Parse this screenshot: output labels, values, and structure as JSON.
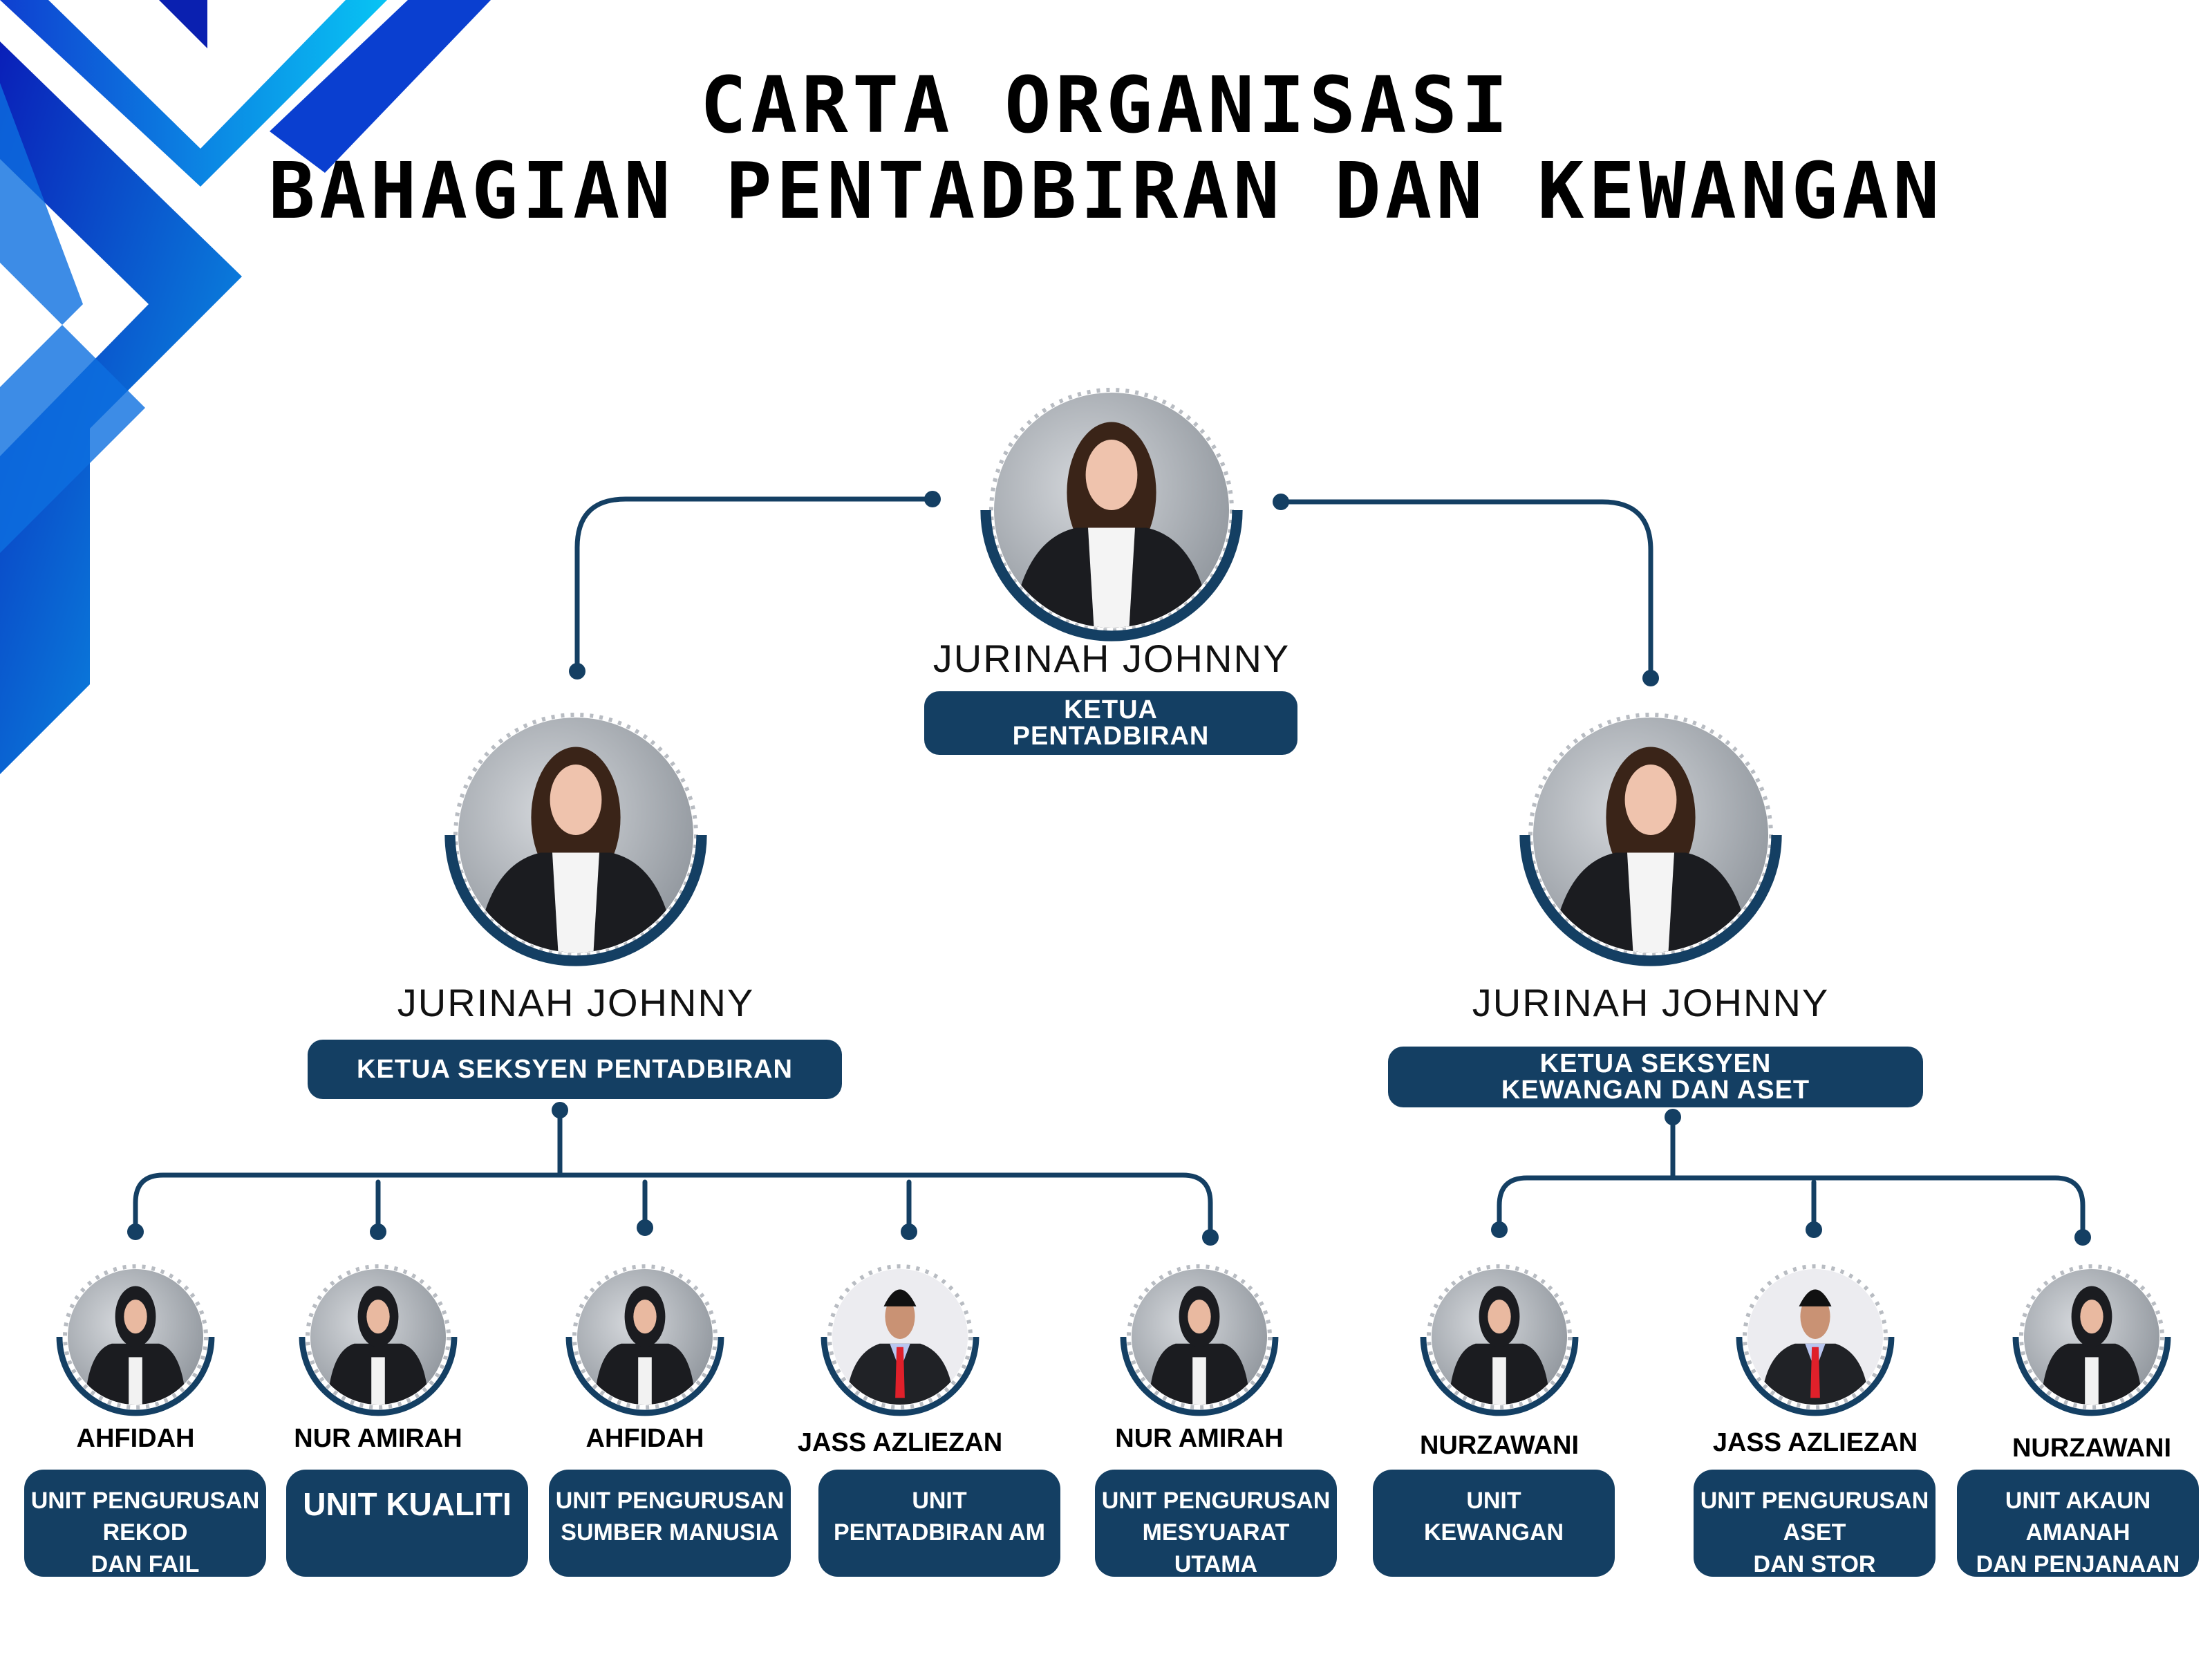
{
  "title": {
    "line1": "CARTA ORGANISASI",
    "line2": "BAHAGIAN PENTADBIRAN DAN KEWANGAN"
  },
  "colors": {
    "navy": "#143f63",
    "accent_blue": "#0a5bd6",
    "cyan": "#00b4f0"
  },
  "head": {
    "name": "JURINAH JOHNNY",
    "role": "KETUA PENTADBIRAN",
    "photo": "woman-portrait"
  },
  "sections": [
    {
      "name": "JURINAH JOHNNY",
      "role": "KETUA SEKSYEN PENTADBIRAN",
      "photo": "woman-portrait"
    },
    {
      "name": "JURINAH JOHNNY",
      "role": "KETUA SEKSYEN KEWANGAN DAN ASET",
      "photo": "woman-portrait"
    }
  ],
  "units": [
    {
      "name": "AHFIDAH",
      "unit": [
        "UNIT PENGURUSAN",
        "REKOD",
        "DAN FAIL"
      ],
      "photo": "hijab"
    },
    {
      "name": "NUR AMIRAH",
      "unit": [
        "UNIT KUALITI"
      ],
      "photo": "hijab"
    },
    {
      "name": "AHFIDAH",
      "unit": [
        "UNIT PENGURUSAN",
        "SUMBER MANUSIA"
      ],
      "photo": "hijab"
    },
    {
      "name": "JASS AZLIEZAN",
      "unit": [
        "UNIT",
        "PENTADBIRAN AM"
      ],
      "photo": "man"
    },
    {
      "name": "NUR AMIRAH",
      "unit": [
        "UNIT PENGURUSAN",
        "MESYUARAT",
        "UTAMA"
      ],
      "photo": "hijab"
    },
    {
      "name": "NURZAWANI",
      "unit": [
        "UNIT",
        "KEWANGAN"
      ],
      "photo": "hijab"
    },
    {
      "name": "JASS AZLIEZAN",
      "unit": [
        "UNIT PENGURUSAN",
        "ASET",
        "DAN STOR"
      ],
      "photo": "man"
    },
    {
      "name": "NURZAWANI",
      "unit": [
        "UNIT AKAUN",
        "AMANAH",
        "DAN PENJANAAN"
      ],
      "photo": "hijab"
    }
  ]
}
